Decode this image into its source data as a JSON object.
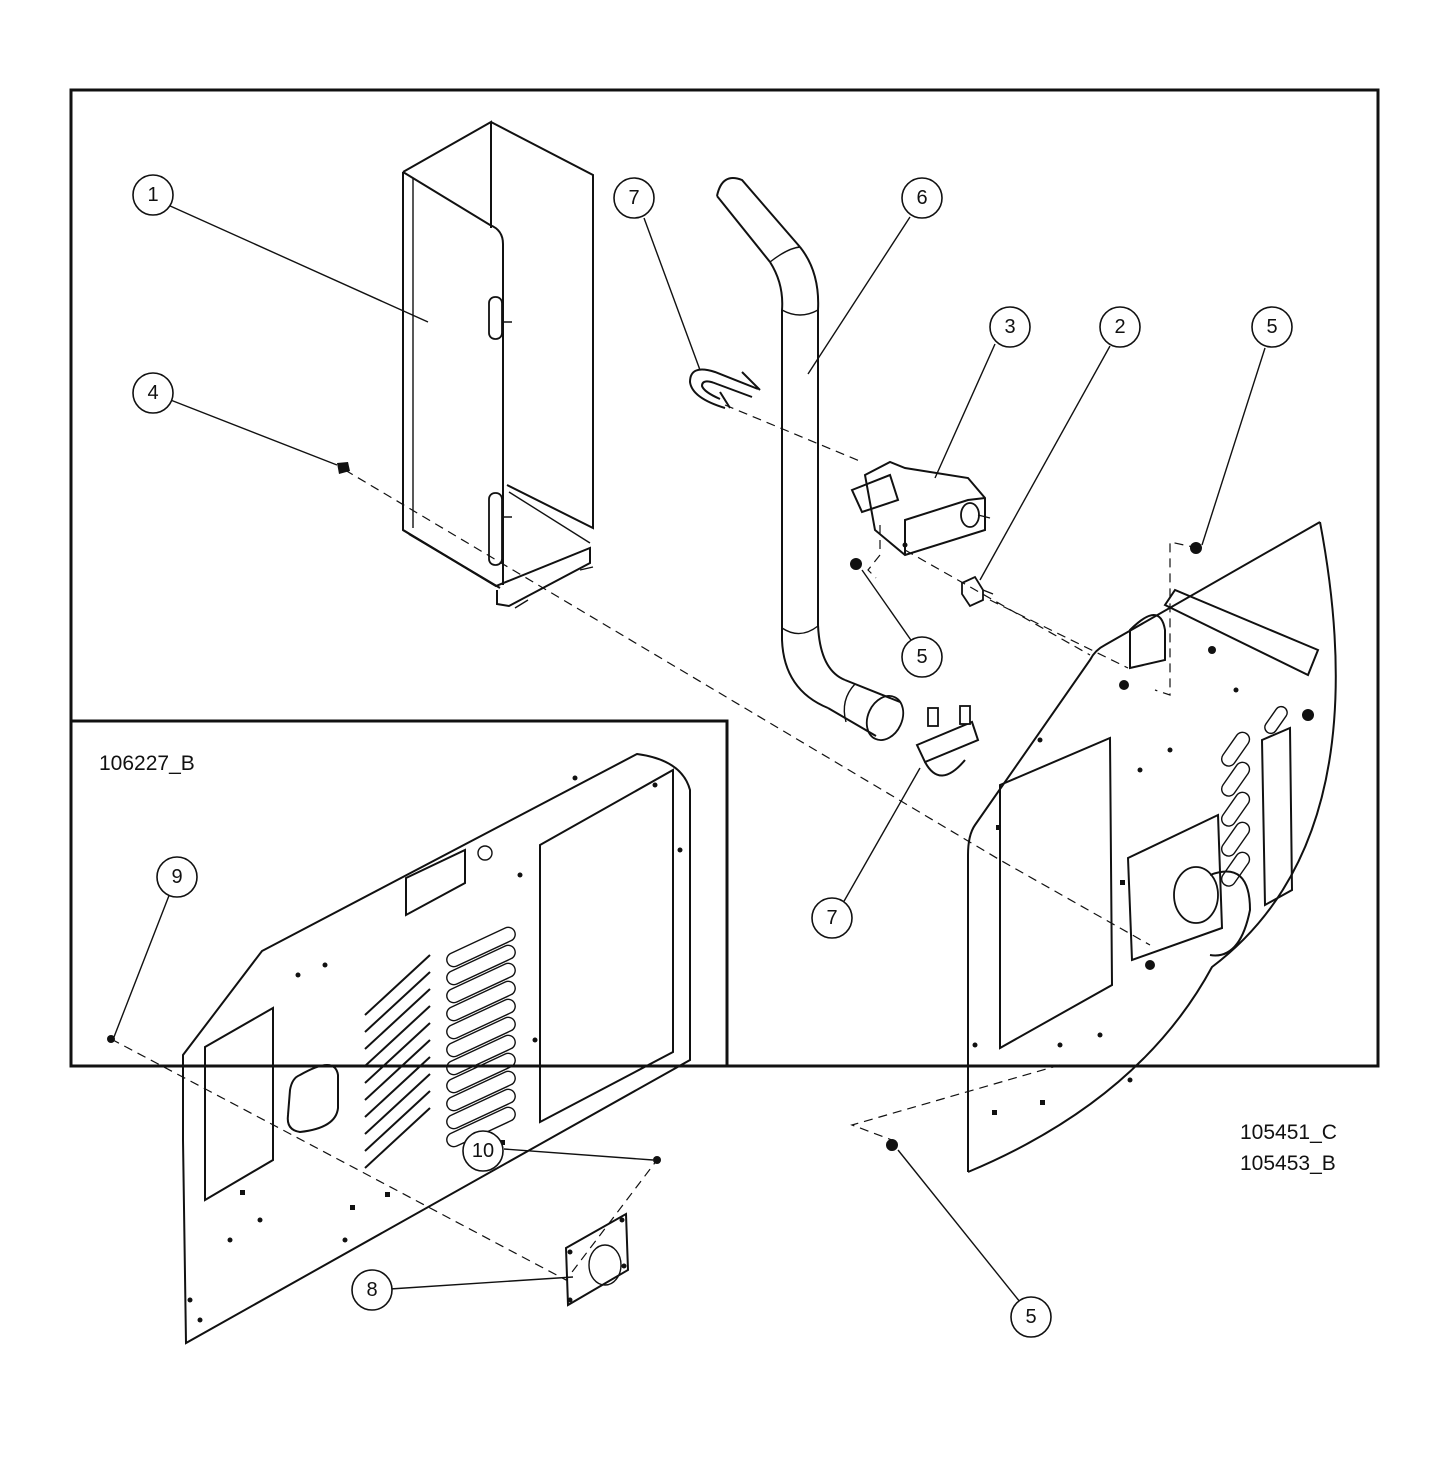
{
  "drawing_codes": {
    "inset": "106227_B",
    "main_1": "105451_C",
    "main_2": "105453_B"
  },
  "callouts": [
    {
      "id": "balloon-1",
      "label": "1"
    },
    {
      "id": "balloon-4",
      "label": "4"
    },
    {
      "id": "balloon-7-top",
      "label": "7"
    },
    {
      "id": "balloon-6",
      "label": "6"
    },
    {
      "id": "balloon-3",
      "label": "3"
    },
    {
      "id": "balloon-2",
      "label": "2"
    },
    {
      "id": "balloon-5-right",
      "label": "5"
    },
    {
      "id": "balloon-5-mid",
      "label": "5"
    },
    {
      "id": "balloon-7-bottom",
      "label": "7"
    },
    {
      "id": "balloon-5-bottom",
      "label": "5"
    },
    {
      "id": "balloon-9",
      "label": "9"
    },
    {
      "id": "balloon-8",
      "label": "8"
    },
    {
      "id": "balloon-10",
      "label": "10"
    }
  ]
}
